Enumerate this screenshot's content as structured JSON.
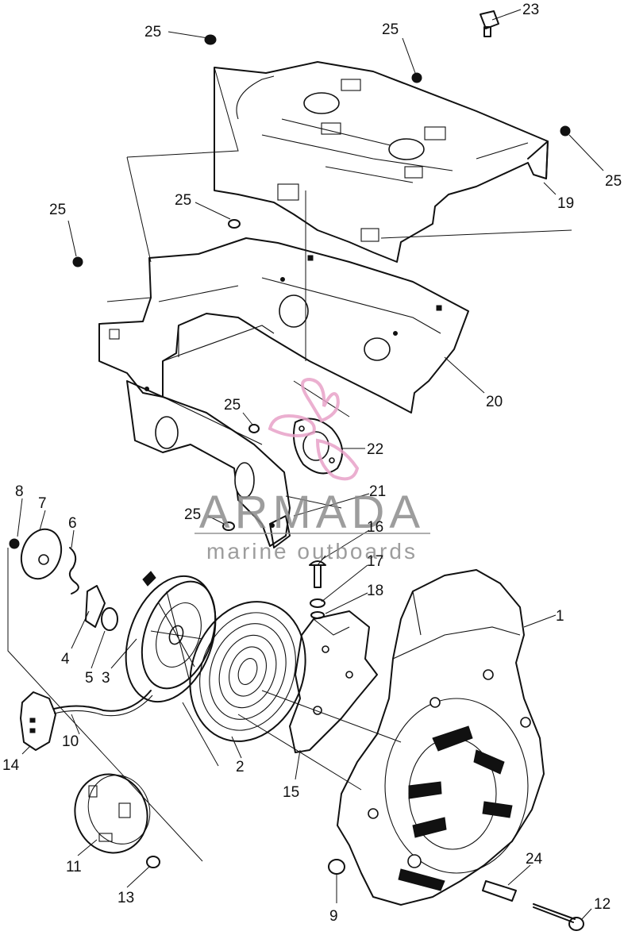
{
  "watermark": {
    "brand": "ARMADA",
    "tagline": "marine outboards",
    "logo_color": "#e8a2c8",
    "text_color": "#8c8c8c"
  },
  "callouts": [
    {
      "id": "1",
      "text": "1"
    },
    {
      "id": "2",
      "text": "2"
    },
    {
      "id": "3",
      "text": "3"
    },
    {
      "id": "4",
      "text": "4"
    },
    {
      "id": "5",
      "text": "5"
    },
    {
      "id": "6",
      "text": "6"
    },
    {
      "id": "7",
      "text": "7"
    },
    {
      "id": "8",
      "text": "8"
    },
    {
      "id": "9",
      "text": "9"
    },
    {
      "id": "10",
      "text": "10"
    },
    {
      "id": "11",
      "text": "11"
    },
    {
      "id": "12",
      "text": "12"
    },
    {
      "id": "13",
      "text": "13"
    },
    {
      "id": "14",
      "text": "14"
    },
    {
      "id": "15",
      "text": "15"
    },
    {
      "id": "16",
      "text": "16"
    },
    {
      "id": "17",
      "text": "17"
    },
    {
      "id": "18",
      "text": "18"
    },
    {
      "id": "19",
      "text": "19"
    },
    {
      "id": "20",
      "text": "20"
    },
    {
      "id": "21",
      "text": "21"
    },
    {
      "id": "22",
      "text": "22"
    },
    {
      "id": "23",
      "text": "23"
    },
    {
      "id": "24",
      "text": "24"
    },
    {
      "id": "25a",
      "text": "25"
    },
    {
      "id": "25b",
      "text": "25"
    },
    {
      "id": "25c",
      "text": "25"
    },
    {
      "id": "25d",
      "text": "25"
    },
    {
      "id": "25e",
      "text": "25"
    },
    {
      "id": "25f",
      "text": "25"
    },
    {
      "id": "25g",
      "text": "25"
    }
  ]
}
